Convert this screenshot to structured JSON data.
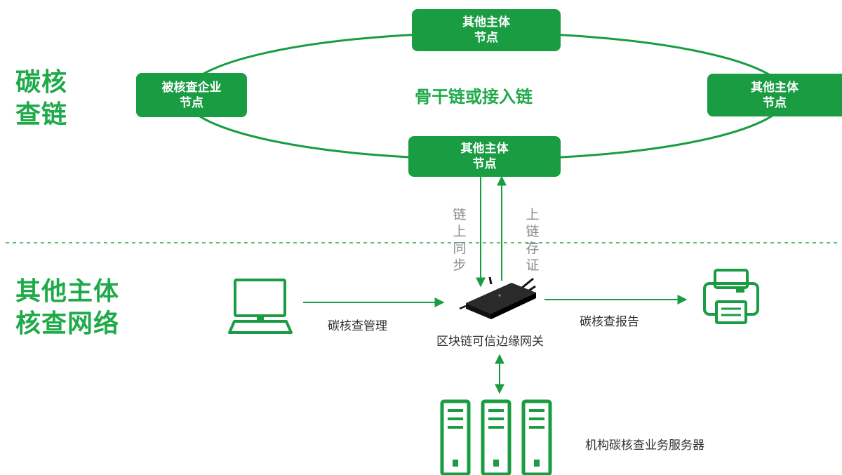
{
  "sections": {
    "top_title_line1": "碳核",
    "top_title_line2": "查链",
    "bottom_title_line1": "其他主体",
    "bottom_title_line2": "核查网络"
  },
  "chain": {
    "center_label": "骨干链或接入链",
    "node_top": {
      "line1": "其他主体",
      "line2": "节点"
    },
    "node_left": {
      "line1": "被核查企业",
      "line2": "节点"
    },
    "node_right": {
      "line1": "其他主体",
      "line2": "节点"
    },
    "node_bottom": {
      "line1": "其他主体",
      "line2": "节点"
    }
  },
  "arrows": {
    "down_label": "链上同步",
    "up_label": "上链存证"
  },
  "network": {
    "computer_label": "碳核查管理",
    "gateway_label": "区块链可信边缘网关",
    "report_label": "碳核查报告",
    "server_label": "机构碳核查业务服务器"
  },
  "colors": {
    "accent": "#1a9c43",
    "title": "#1faa4a",
    "muted_text": "#8a8a8a"
  }
}
